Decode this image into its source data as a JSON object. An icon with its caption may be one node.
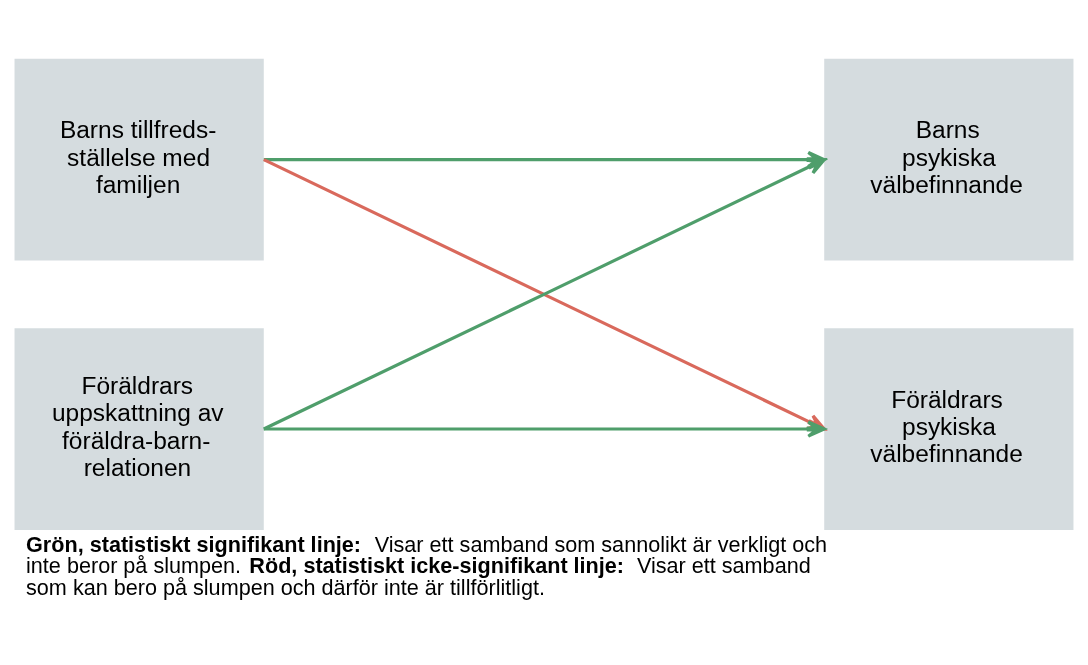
{
  "diagram": {
    "nodes": [
      {
        "text": [
          "Barns tillfreds- ställelse med familjen"
        ]
      },
      {
        "text": [
          "Föräldrars uppskattning av föräldra-barn- relationen"
        ]
      },
      {
        "text": [
          "Barns psykiska välbefinnande"
        ]
      },
      {
        "text": [
          "Föräldrars psykiska välbefinnande"
        ]
      }
    ],
    "edges": [
      {
        "from": 0,
        "to": 2,
        "arrow": "to"
      },
      {
        "from": 0,
        "to": 3,
        "arrow": "to",
        "color": "#d9695c"
      },
      {
        "from": 1,
        "to": 2,
        "arrow": "to"
      },
      {
        "from": 1,
        "to": 3,
        "arrow": "to"
      }
    ],
    "caption": "**Grön, statistiskt signifikant linje:** Visar ett samband som sannolikt är verkligt och inte beror på slumpen. **Röd, statistiskt icke-signifikant linje:** Visar ett samband som kan bero på slumpen och därför inte är tillförlitligt."
  }
}
